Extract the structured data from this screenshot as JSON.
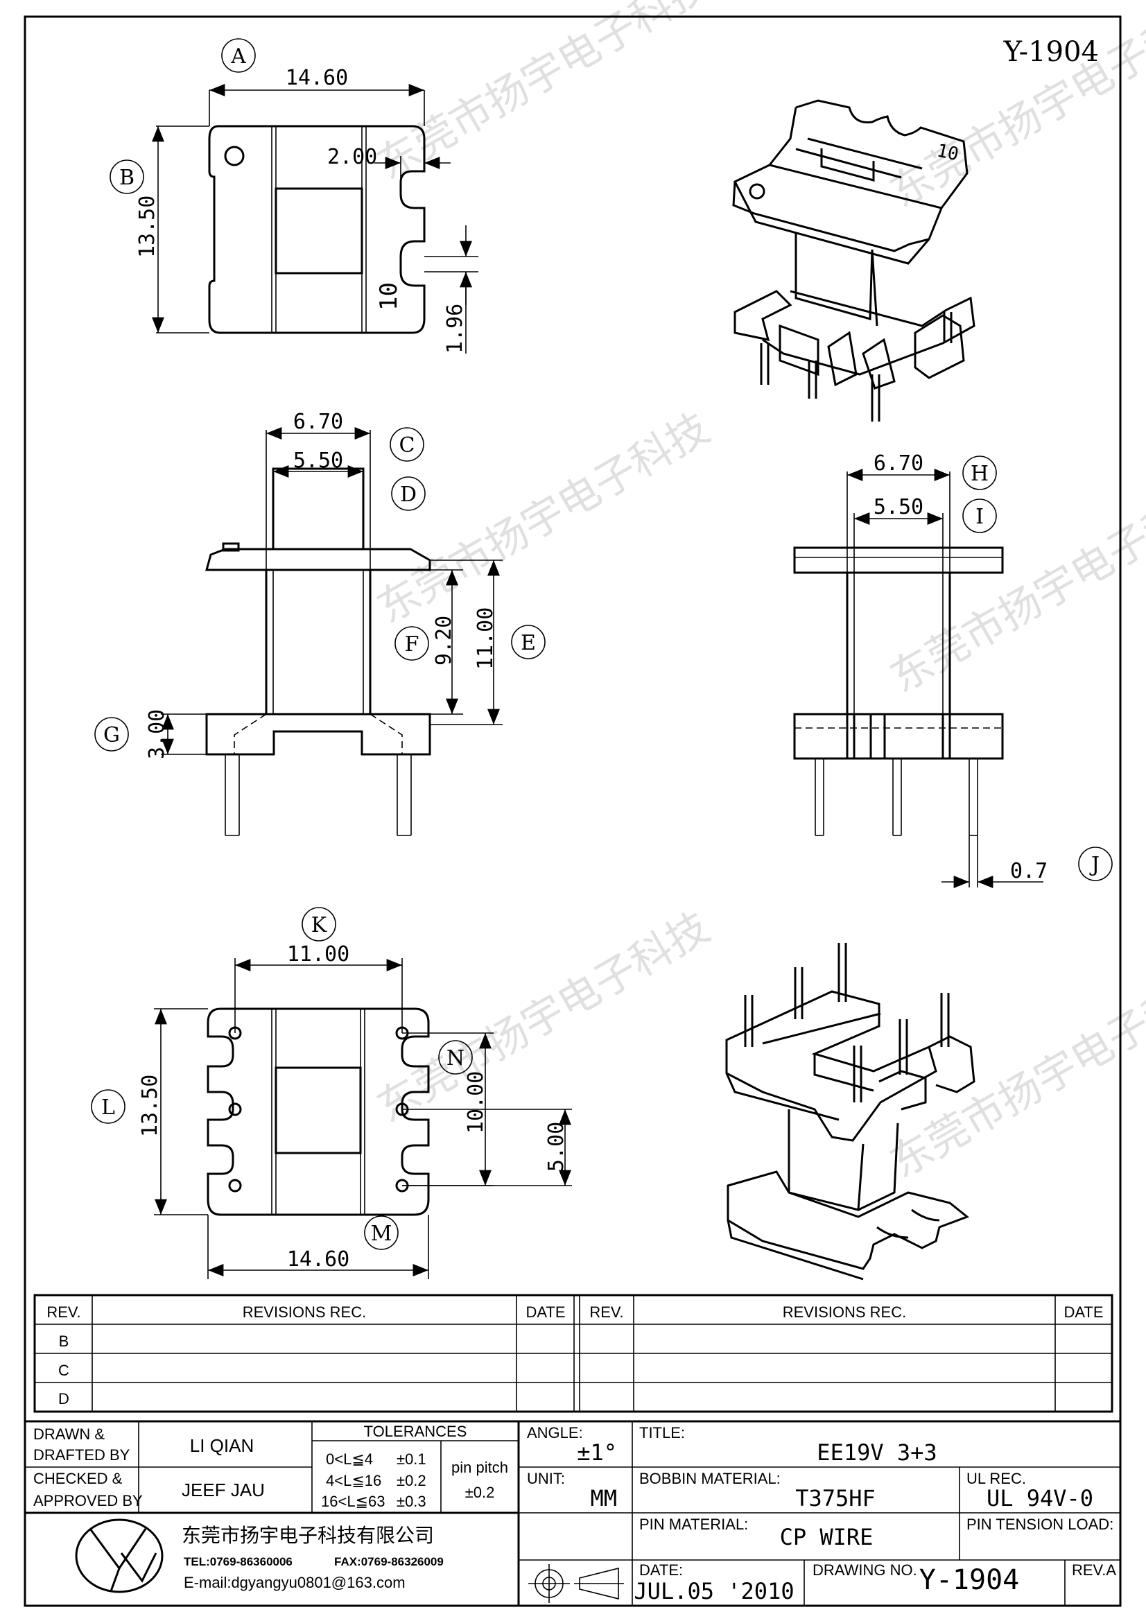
{
  "drawing_id": "Y-1904",
  "watermark": "东莞市扬宇电子科技",
  "top_view": {
    "tag": "A",
    "width": "14.60",
    "side_tag": "B",
    "height": "13.50",
    "slot_width": "2.00",
    "slot_gap": "1.96",
    "pin_mark": "10"
  },
  "front_view": {
    "tag_c": "C",
    "outer": "6.70",
    "tag_d": "D",
    "inner": "5.50",
    "tag_f": "F",
    "winding": "9.20",
    "tag_e": "E",
    "total": "11.00",
    "tag_g": "G",
    "base": "3.00"
  },
  "side_view": {
    "tag_h": "H",
    "outer": "6.70",
    "tag_i": "I",
    "inner": "5.50",
    "tag_j": "J",
    "pin_dia": "0.7"
  },
  "bottom_view": {
    "tag_k": "K",
    "pin_span": "11.00",
    "tag_l": "L",
    "height": "13.50",
    "tag_n": "N",
    "row_span": "10.00",
    "pitch": "5.00",
    "tag_m": "M",
    "width": "14.60"
  },
  "revisions": {
    "header_rev": "REV.",
    "header_rec": "REVISIONS    REC.",
    "header_date": "DATE",
    "rows": [
      "B",
      "C",
      "D"
    ]
  },
  "title_block": {
    "drawn_label_1": "DRAWN  &",
    "drawn_label_2": "DRAFTED BY",
    "drawn_value": "LI QIAN",
    "checked_label_1": "CHECKED  &",
    "checked_label_2": "APPROVED BY",
    "checked_value": "JEEF JAU",
    "tolerances_label": "TOLERANCES",
    "tol_1": "0<L≦4",
    "tol_1v": "±0.1",
    "tol_2": "4<L≦16",
    "tol_2v": "±0.2",
    "tol_3": "16<L≦63",
    "tol_3v": "±0.3",
    "pin_pitch_label": "pin  pitch",
    "pin_pitch_value": "±0.2",
    "angle_label": "ANGLE:",
    "angle_value": "±1°",
    "unit_label": "UNIT:",
    "unit_value": "MM",
    "title_label": "TITLE:",
    "title_value": "EE19V  3+3",
    "bobbin_label": "BOBBIN  MATERIAL:",
    "bobbin_value": "T375HF",
    "ul_label": "UL  REC.",
    "ul_value": "UL  94V-0",
    "pin_mat_label": "PIN  MATERIAL:",
    "pin_mat_value": "CP  WIRE",
    "pin_tension_label": "PIN  TENSION  LOAD:",
    "company": "东莞市扬宇电子科技有限公司",
    "tel": "TEL:0769-86360006",
    "fax": "FAX:0769-86326009",
    "email": "E-mail:dgyangyu0801@163.com",
    "date_label": "DATE:",
    "date_value": "JUL.05  '2010",
    "drawing_no_label": "DRAWING  NO.",
    "drawing_no_value": "Y-1904",
    "rev_label": "REV.A"
  }
}
